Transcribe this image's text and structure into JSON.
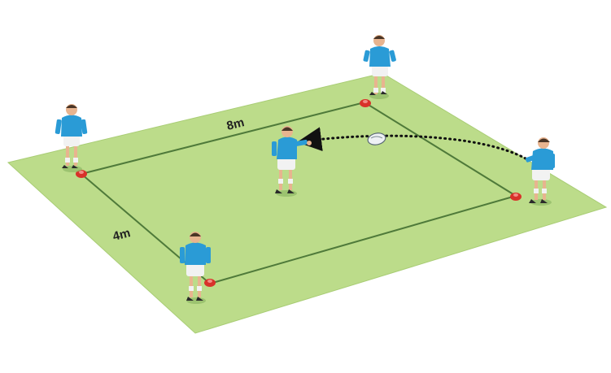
{
  "diagram": {
    "labels": {
      "length": "8m",
      "width": "4m"
    },
    "colors": {
      "pitch": "#bcdc8a",
      "pitch_edge": "#a9cd75",
      "grid_line": "#4f7a3a",
      "cone": "#d8322a",
      "jersey": "#2a9bd6",
      "shorts": "#f2f2f2",
      "skin": "#e8b48f",
      "ball": "#eef1f4",
      "pass_arrow": "#111111"
    },
    "players": [
      {
        "id": "top-corner-player",
        "role": "corner"
      },
      {
        "id": "left-corner-player",
        "role": "corner"
      },
      {
        "id": "right-corner-player",
        "role": "passer"
      },
      {
        "id": "bottom-corner-player",
        "role": "corner"
      },
      {
        "id": "center-player",
        "role": "receiver"
      }
    ],
    "cones": [
      "top",
      "left",
      "right",
      "bottom"
    ],
    "pass": {
      "from": "right-corner-player",
      "to": "center-player",
      "style": "dotted"
    }
  }
}
